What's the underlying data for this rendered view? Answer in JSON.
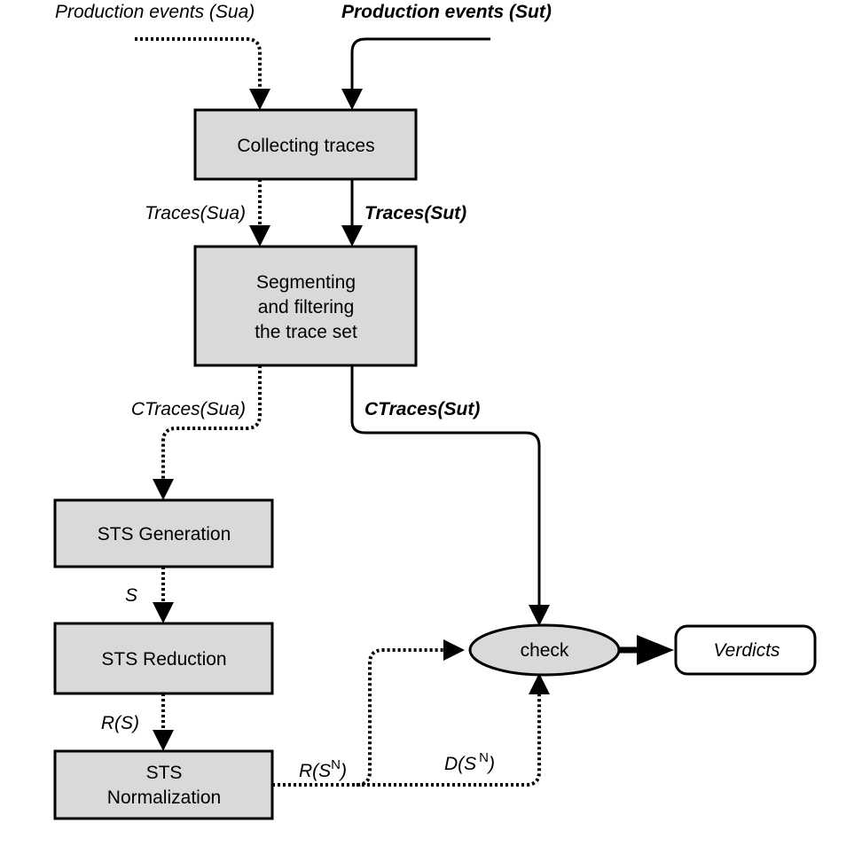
{
  "inputs": {
    "sua_events": "Production events (Sua)",
    "sut_events": "Production events (Sut)"
  },
  "nodes": {
    "collecting": [
      "Collecting traces"
    ],
    "segmenting": [
      "Segmenting",
      "and filtering",
      "the trace set"
    ],
    "sts_generation": [
      "STS Generation"
    ],
    "sts_reduction": [
      "STS Reduction"
    ],
    "sts_normalization": [
      "STS",
      "Normalization"
    ],
    "check": "check",
    "verdicts": "Verdicts"
  },
  "edges": {
    "traces_sua": "Traces(Sua)",
    "traces_sut": "Traces(Sut)",
    "ctraces_sua": "CTraces(Sua)",
    "ctraces_sut": "CTraces(Sut)",
    "s": "S",
    "rs": "R(S)",
    "rsn": {
      "base": "R(S",
      "sup": "N",
      "close": ")"
    },
    "dsn": {
      "base": "D(S",
      "sup": "N",
      "close": ")"
    }
  }
}
